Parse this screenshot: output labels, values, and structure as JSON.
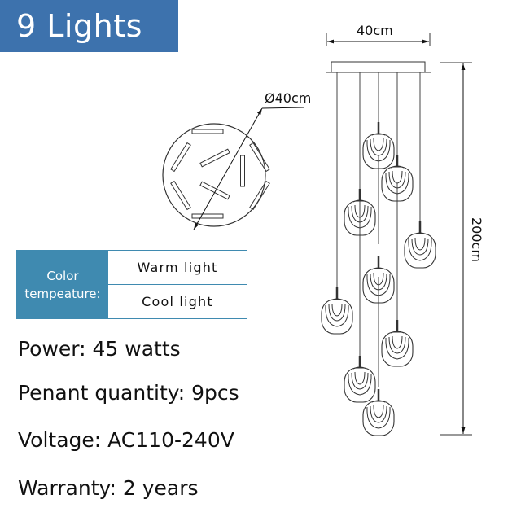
{
  "title": "9 Lights",
  "top_view": {
    "diameter_label": "Ø40cm"
  },
  "side_view": {
    "width_label": "40cm",
    "height_label": "200cm",
    "pendant_count": 9
  },
  "color_temperature": {
    "label_line1": "Color",
    "label_line2": "tempeature:",
    "options": [
      "Warm light",
      "Cool light"
    ]
  },
  "specs": [
    {
      "text": "Power: 45 watts"
    },
    {
      "text": "Penant quantity: 9pcs"
    },
    {
      "text": "Voltage: AC110-240V"
    },
    {
      "text": "Warranty: 2 years"
    }
  ],
  "colors": {
    "banner": "#3d72ad",
    "table_accent": "#3f8ab0",
    "line": "#333333"
  }
}
